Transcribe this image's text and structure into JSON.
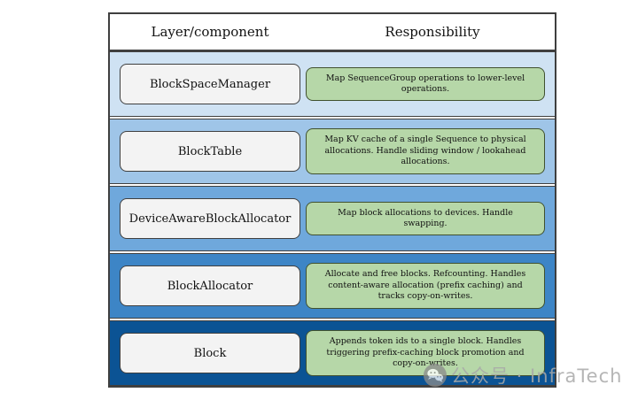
{
  "header": {
    "col1": "Layer/component",
    "col2": "Responsibility"
  },
  "rows": [
    {
      "component": "BlockSpaceManager",
      "responsibility": "Map SequenceGroup operations to lower-level operations.",
      "band_color": "#cfe2f3"
    },
    {
      "component": "BlockTable",
      "responsibility": "Map KV cache of a single Sequence to physical allocations. Handle sliding window / lookahead allocations.",
      "band_color": "#9fc5e8"
    },
    {
      "component": "DeviceAwareBlockAllocator",
      "responsibility": "Map block allocations to devices. Handle swapping.",
      "band_color": "#6fa8dc"
    },
    {
      "component": "BlockAllocator",
      "responsibility": "Allocate and free blocks. Refcounting. Handles content-aware allocation (prefix caching) and tracks copy-on-writes.",
      "band_color": "#3d85c6"
    },
    {
      "component": "Block",
      "responsibility": "Appends token ids to a single block. Handles triggering prefix-caching block promotion and copy-on-writes.",
      "band_color": "#0b5394"
    }
  ],
  "watermark": {
    "icon": "wechat-icon",
    "text": "公众号 · InfraTech"
  },
  "colors": {
    "component_box_bg": "#f3f3f3",
    "responsibility_box_bg": "#b6d7a8",
    "table_border": "#3f3f3f",
    "watermark_gray": "#a9a9a9"
  }
}
